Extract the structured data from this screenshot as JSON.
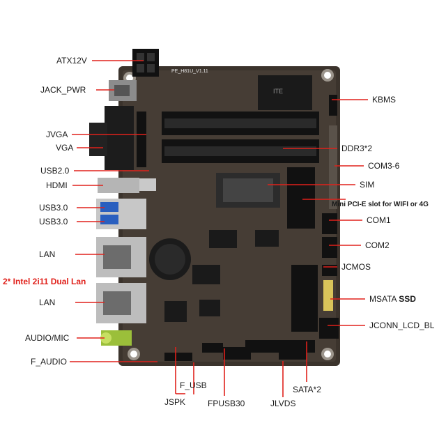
{
  "labels": {
    "atx12v": "ATX12V",
    "jack_pwr": "JACK_PWR",
    "jvga": "JVGA",
    "vga": "VGA",
    "usb20": "USB2.0",
    "hdmi": "HDMI",
    "usb30_a": "USB3.0",
    "usb30_b": "USB3.0",
    "lan_a": "LAN",
    "dual_lan": "2* Intel 2i11 Dual Lan",
    "lan_b": "LAN",
    "audio_mic": "AUDIO/MIC",
    "f_audio": "F_AUDIO",
    "kbms": "KBMS",
    "ddr3": "DDR3*2",
    "com36": "COM3-6",
    "sim": "SIM",
    "minipcie": "Mini PCI-E slot for WIFI or 4G",
    "com1": "COM1",
    "com2": "COM2",
    "jcmos": "JCMOS",
    "msata": "MSATA",
    "ssd": "SSD",
    "jconn_lcd_bl": "JCONN_LCD_BL",
    "f_usb": "F_USB",
    "jspk": "JSPK",
    "fpusb30": "FPUSB30",
    "jlvds": "JLVDS",
    "sata2": "SATA*2"
  },
  "board": {
    "silkscreen": "PE_H81U_V1.11",
    "chip_mark": "ITE"
  },
  "colors": {
    "leader_line": "#e0211b",
    "board": "#3b332c",
    "highlight_text": "#e0211b"
  }
}
